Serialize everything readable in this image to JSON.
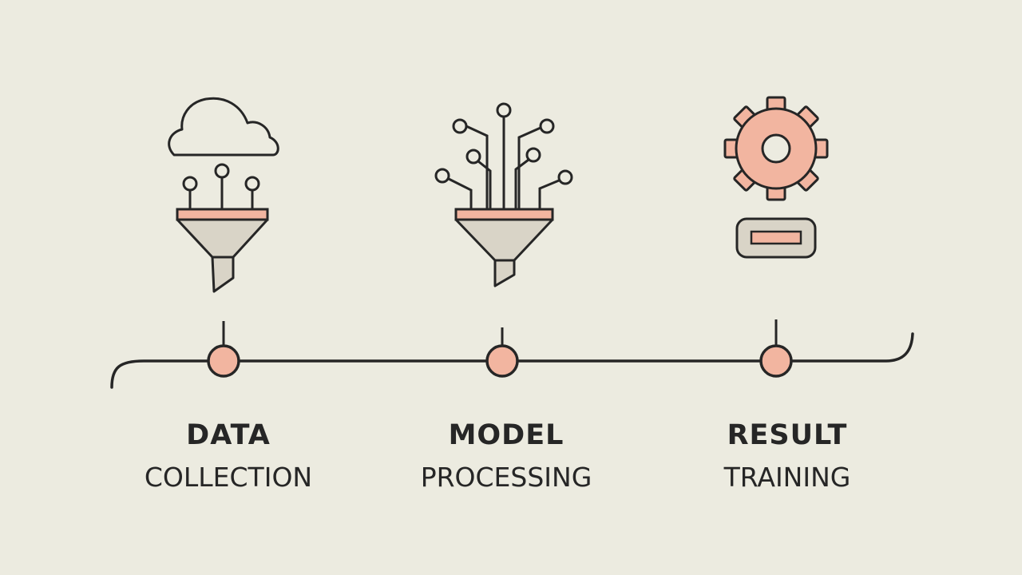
{
  "colors": {
    "background": "#ecebe0",
    "stroke": "#262626",
    "accent": "#f2b5a0",
    "funnel_fill": "#d9d4c7"
  },
  "stages": [
    {
      "title": "DATA",
      "subtitle": "COLLECTION",
      "icons": [
        "cloud-icon",
        "funnel-icon"
      ]
    },
    {
      "title": "MODEL",
      "subtitle": "PROCESSING",
      "icons": [
        "network-tree-icon",
        "funnel-icon"
      ]
    },
    {
      "title": "RESULT",
      "subtitle": "TRAINING",
      "icons": [
        "gear-icon",
        "result-bar-icon"
      ]
    }
  ]
}
